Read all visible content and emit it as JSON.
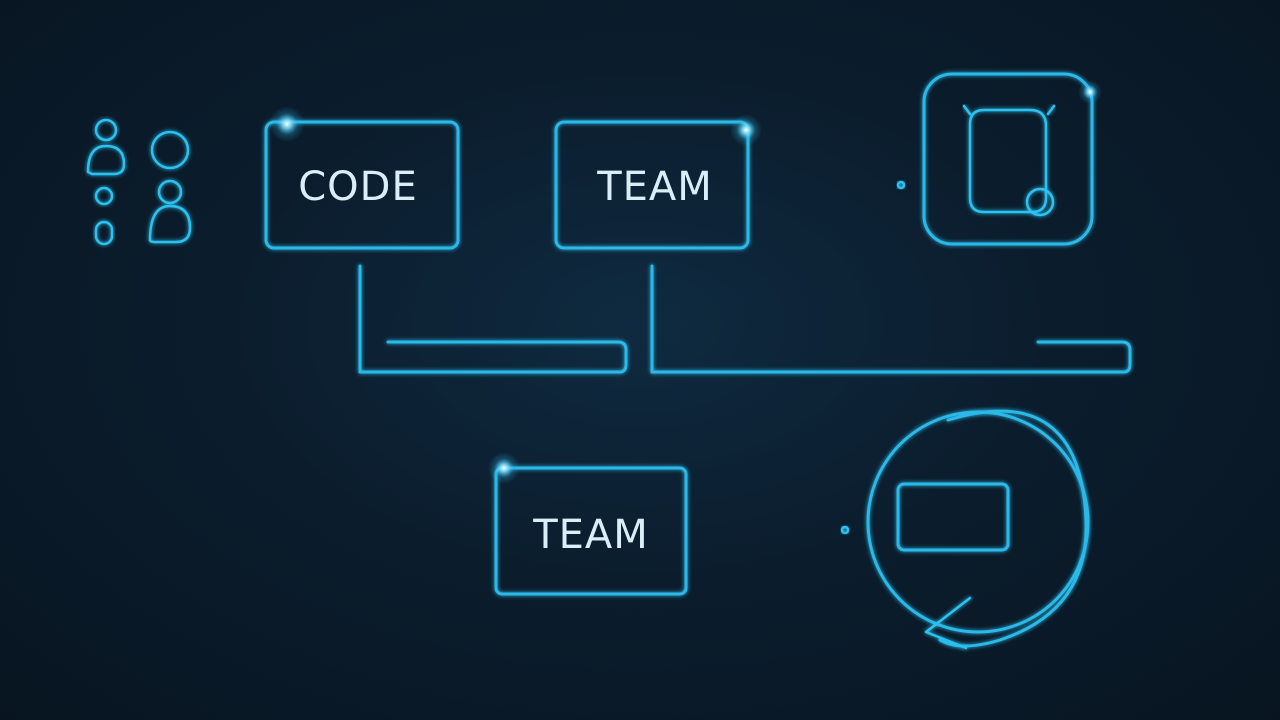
{
  "nodes": {
    "code_box": {
      "label": "CODE"
    },
    "team_box_top": {
      "label": "TEAM"
    },
    "team_box_bottom": {
      "label": "TEAM"
    },
    "document_icon": {
      "icon": "document-icon"
    },
    "laptop_icon": {
      "icon": "laptop-icon"
    },
    "people_icon": {
      "icon": "people-icon"
    }
  },
  "colors": {
    "background": "#0b1d2d",
    "line": "#29b9e8",
    "text": "#d9eef7"
  }
}
